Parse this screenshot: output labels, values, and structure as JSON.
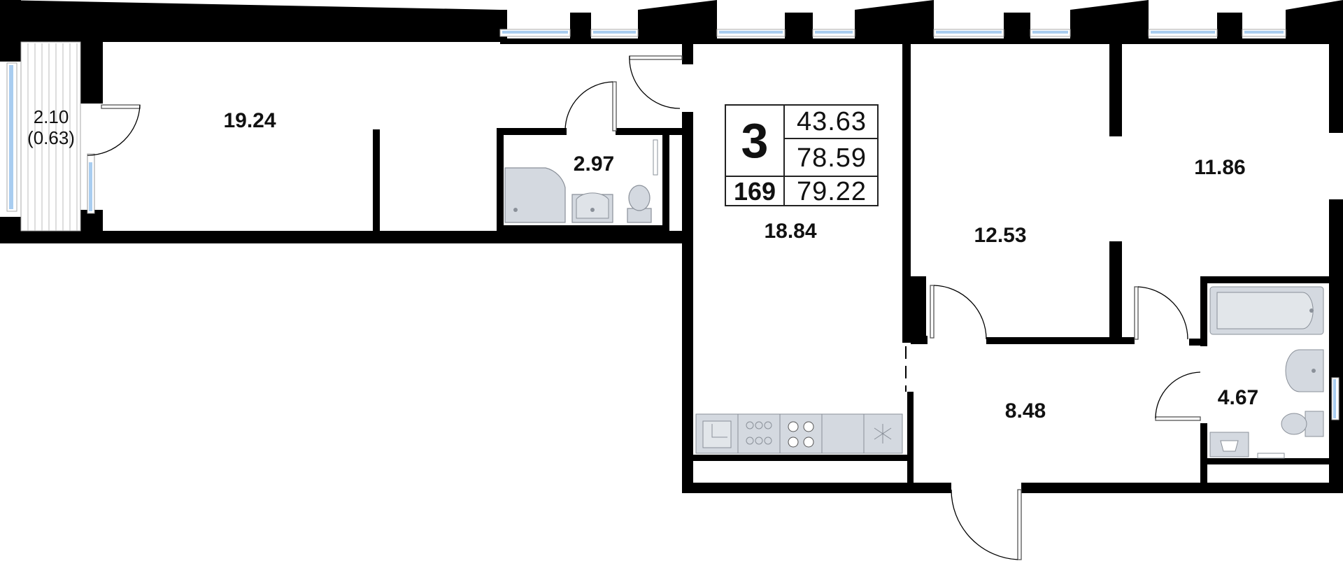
{
  "apartment": {
    "rooms_count": "3",
    "number": "169",
    "living_area": "43.63",
    "total_area": "78.59",
    "total_area_with_balcony": "79.22"
  },
  "rooms": {
    "balcony_area": "2.10",
    "balcony_reduced_area": "(0.63)",
    "living_room": "19.24",
    "wc": "2.97",
    "kitchen_hall": "18.84",
    "bedroom_1": "12.53",
    "bedroom_2": "11.86",
    "hall": "8.48",
    "bathroom": "4.67"
  },
  "colors": {
    "wall": "#000000",
    "window": "#a9cdf0",
    "fixture": "#d4d9e0",
    "fixture_line": "#8a9099"
  },
  "icons": [
    "door-swing-icon",
    "shower-icon",
    "sink-icon",
    "toilet-icon",
    "bathtub-icon",
    "stove-icon",
    "washing-machine-icon"
  ]
}
